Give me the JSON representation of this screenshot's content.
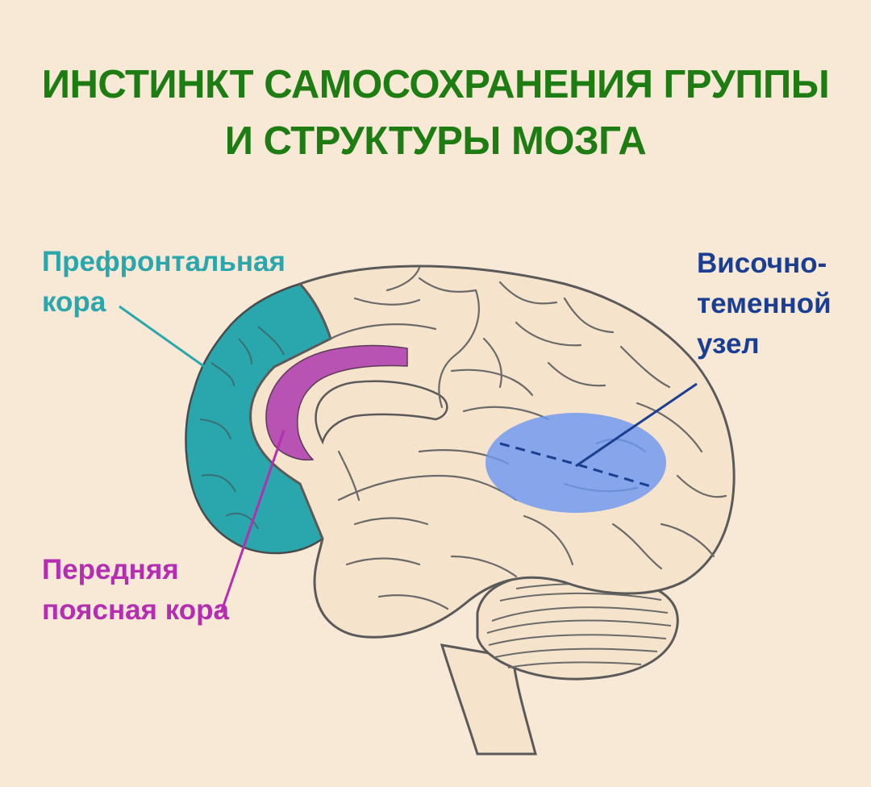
{
  "title": {
    "line1": "ИНСТИНКТ САМОСОХРАНЕНИЯ ГРУППЫ",
    "line2": "И СТРУКТУРЫ МОЗГА"
  },
  "labels": {
    "prefrontal": {
      "line1": "Префронтальная",
      "line2": "кора"
    },
    "cingulate": {
      "line1": "Передняя",
      "line2": "поясная кора"
    },
    "tpj": {
      "line1": "Височно-",
      "line2": "теменной",
      "line3": "узел"
    }
  },
  "colors": {
    "background": "#f8e8d6",
    "title": "#1d7d12",
    "prefrontal": "#2aa6ad",
    "cingulate": "#b52db0",
    "tpj": "#1a3f92",
    "tpj_fill": "#6d97f0",
    "brain_fill": "#f6e3cb",
    "outline": "#5a5a5a"
  }
}
